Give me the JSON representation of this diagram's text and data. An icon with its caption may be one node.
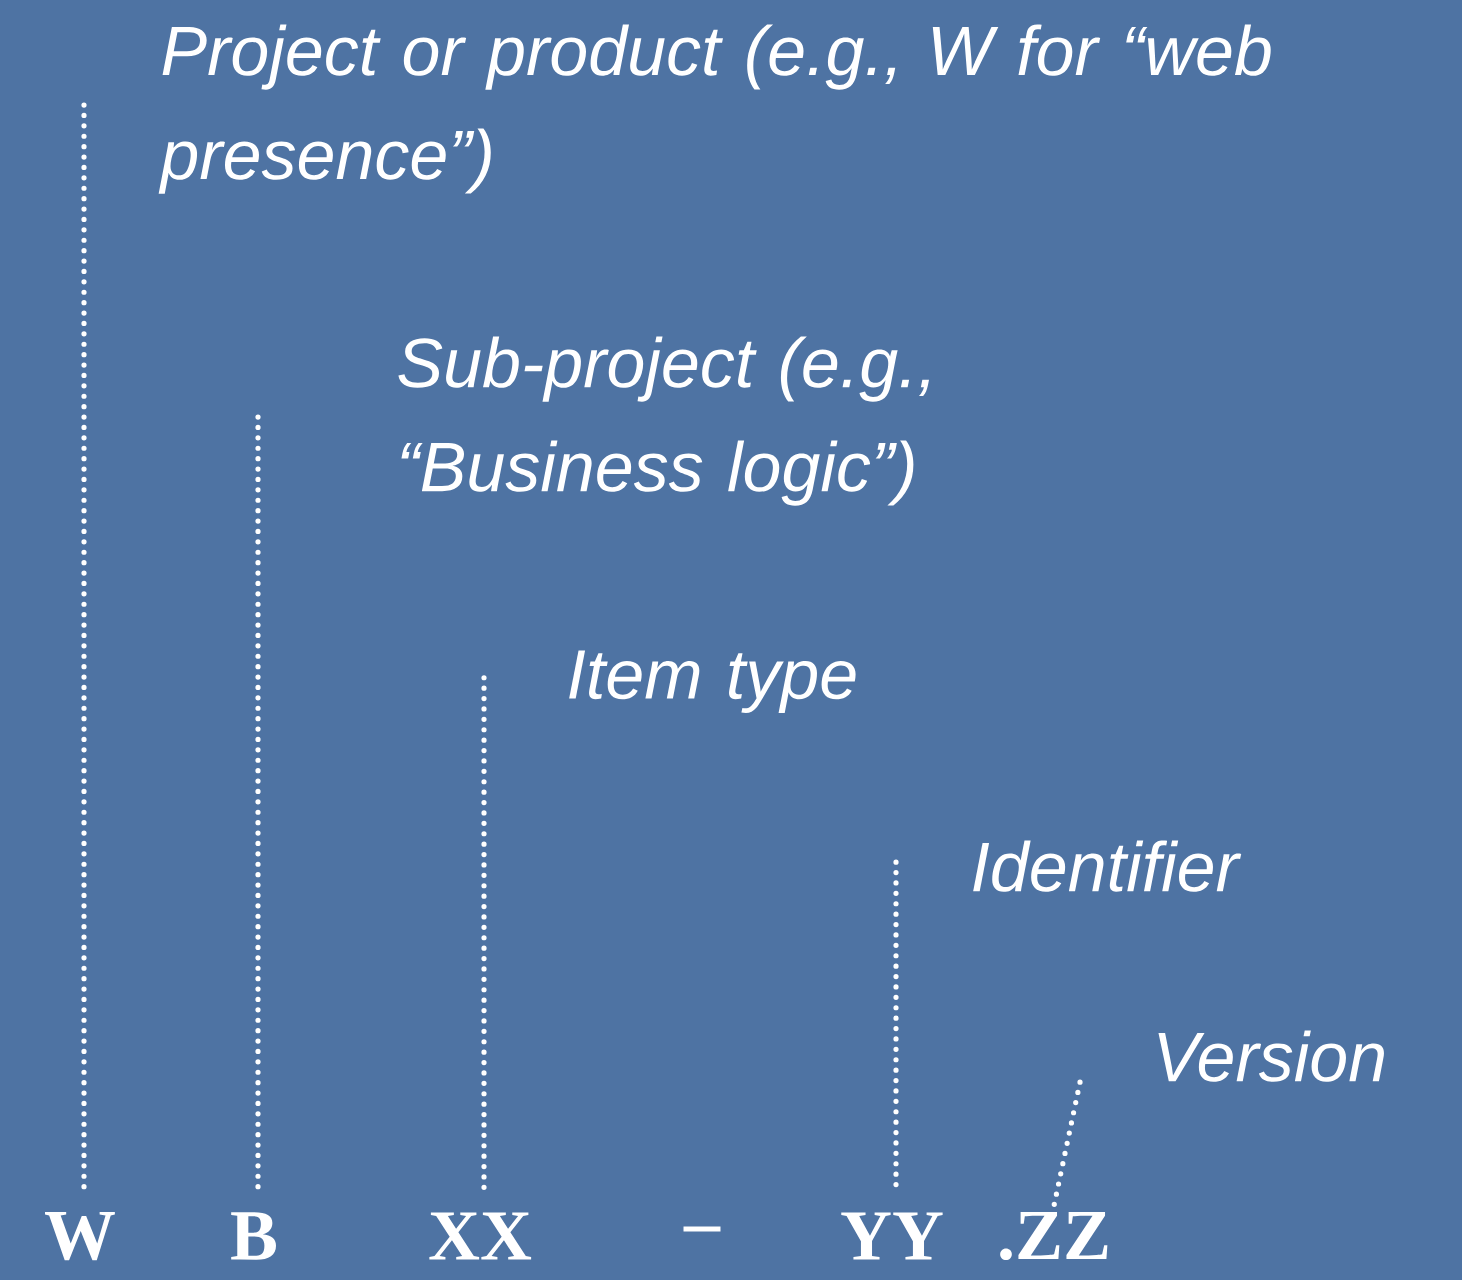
{
  "diagram": {
    "nodes": [
      {
        "text": [
          "Project or product (e.g., W for “web presence”)"
        ]
      },
      {
        "text": [
          "Sub-project (e.g., “Business logic”)"
        ]
      },
      {
        "text": [
          "Item type"
        ]
      },
      {
        "text": [
          "Identifier"
        ]
      },
      {
        "text": [
          "Version"
        ]
      },
      {
        "text": [
          "W"
        ]
      },
      {
        "text": [
          "B"
        ]
      },
      {
        "text": [
          "XX"
        ]
      },
      {
        "text": [
          "YY"
        ]
      },
      {
        "text": [
          ".ZZ"
        ]
      }
    ],
    "edges": [
      {
        "from": 0,
        "to": 5,
        "arrow": "none",
        "style": "dashed"
      },
      {
        "from": 1,
        "to": 6,
        "arrow": "none",
        "style": "dashed"
      },
      {
        "from": 2,
        "to": 7,
        "arrow": "none",
        "style": "dashed"
      },
      {
        "from": 3,
        "to": 8,
        "arrow": "none",
        "style": "dashed"
      },
      {
        "from": 4,
        "to": 9,
        "arrow": "none",
        "style": "dashed"
      }
    ],
    "labels": [
      "–"
    ]
  }
}
